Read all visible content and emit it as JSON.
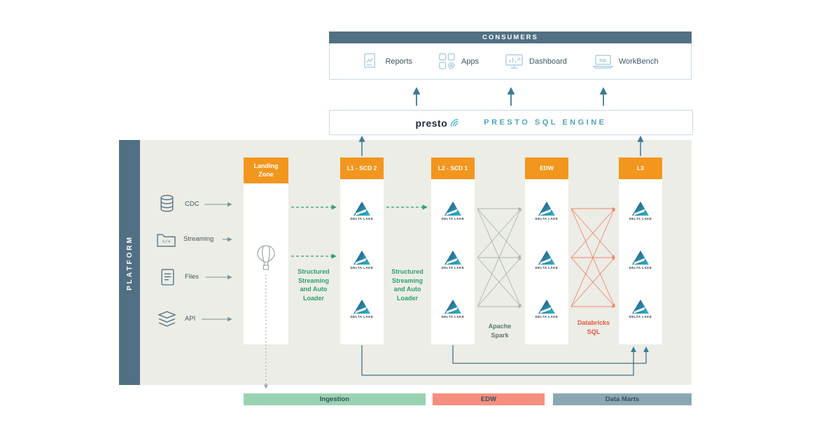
{
  "colors": {
    "slate": "#527083",
    "orange": "#f2961d",
    "green": "#2f9e6f",
    "red": "#e4573d",
    "teal": "#35b5c9",
    "arrow_blue": "#3d7a99",
    "panel": "#ecede6",
    "legend_green": "#9ad3b2",
    "legend_red": "#f68f7f",
    "legend_gray": "#8ba7b3"
  },
  "consumers": {
    "title": "CONSUMERS",
    "items": [
      {
        "label": "Reports"
      },
      {
        "label": "Apps"
      },
      {
        "label": "Dashboard"
      },
      {
        "label": "WorkBench"
      }
    ]
  },
  "presto": {
    "logo_text": "presto",
    "engine_label": "PRESTO SQL ENGINE"
  },
  "platform": {
    "label": "PLATFORM",
    "sources": [
      {
        "label": "CDC"
      },
      {
        "label": "Streaming"
      },
      {
        "label": "Files"
      },
      {
        "label": "API"
      }
    ],
    "columns": [
      {
        "header": "Landing Zone"
      },
      {
        "header": "L1 - SCD 2"
      },
      {
        "header": "L2 - SCD 1"
      },
      {
        "header": "EDW"
      },
      {
        "header": "L3"
      }
    ],
    "delta_lake_label": "DELTA LAKE",
    "connectors": {
      "structured_streaming_left": "Structured Streaming and Auto Loader",
      "structured_streaming_right": "Structured Streaming and Auto Loader",
      "apache_spark": "Apache Spark",
      "databricks_sql": "Databricks SQL"
    }
  },
  "icons": {
    "code_glyph": "</>",
    "sql_glyph": "SQL"
  },
  "legend": [
    {
      "label": "Ingestion"
    },
    {
      "label": "EDW"
    },
    {
      "label": "Data Marts"
    }
  ]
}
